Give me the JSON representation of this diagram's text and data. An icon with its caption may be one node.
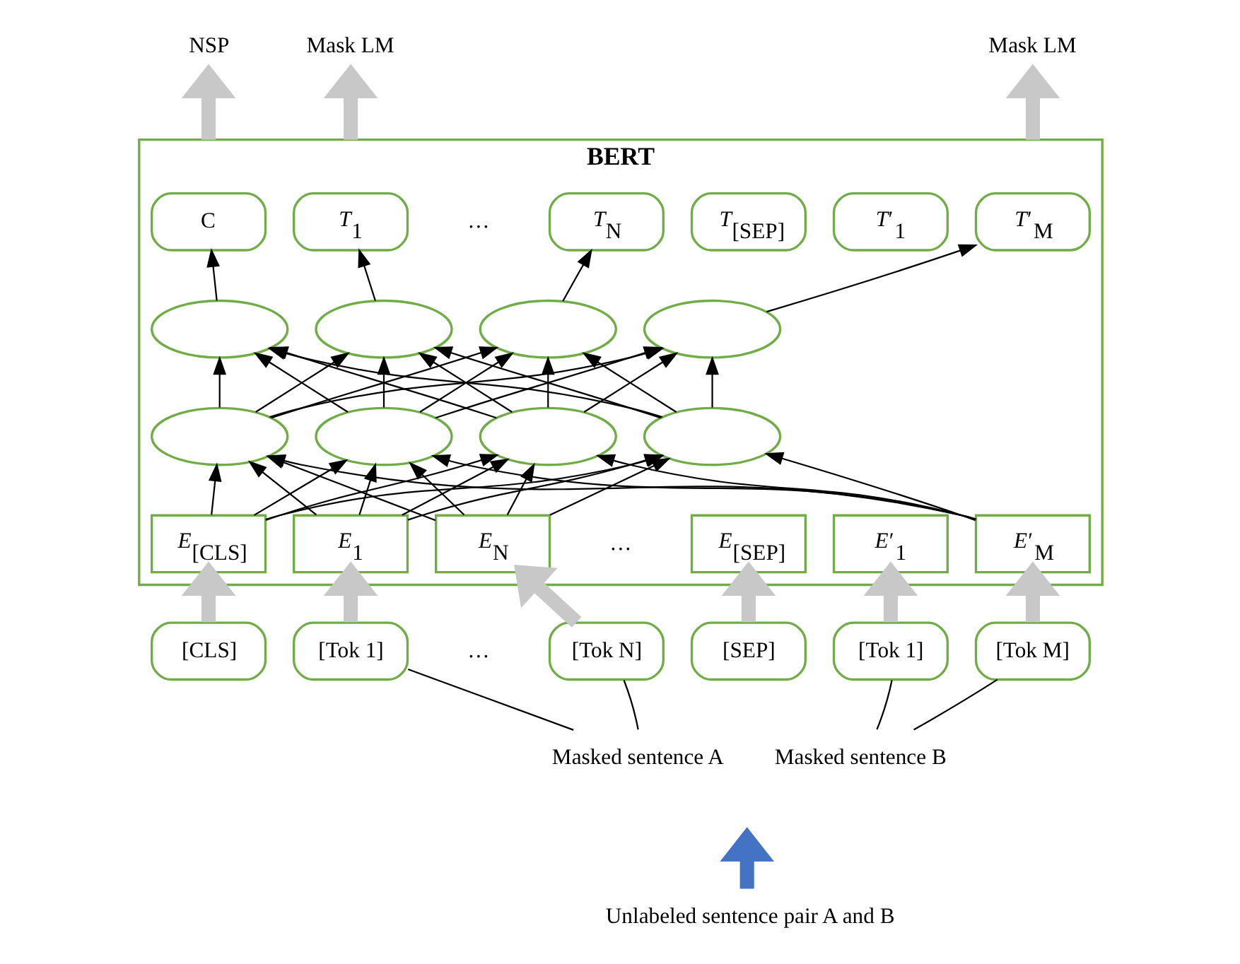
{
  "diagram": {
    "nodes": [
      {
        "text": [
          "NSP"
        ]
      },
      {
        "text": [
          "Mask LM"
        ]
      },
      {
        "text": [
          "Mask LM"
        ]
      },
      {
        "text": [
          "BERT"
        ]
      },
      {
        "text": [
          "C"
        ],
        "in": 3
      },
      {
        "text": [
          "*T*$_{1}$"
        ],
        "in": 3
      },
      {
        "text": [
          "*T*$_{N}$"
        ],
        "in": 3
      },
      {
        "text": [
          "*T*$_{[SEP]}$"
        ],
        "in": 3
      },
      {
        "text": [
          "*T*′$_{1}$"
        ],
        "in": 3
      },
      {
        "text": [
          "*T*′$_{M}$"
        ],
        "in": 3
      },
      {
        "text": [],
        "shape": "circle",
        "in": 3
      },
      {
        "text": [],
        "shape": "circle",
        "in": 3
      },
      {
        "text": [],
        "shape": "circle",
        "in": 3
      },
      {
        "text": [],
        "shape": "circle",
        "in": 3
      },
      {
        "text": [],
        "shape": "circle",
        "in": 3
      },
      {
        "text": [],
        "shape": "circle",
        "in": 3
      },
      {
        "text": [],
        "shape": "circle",
        "in": 3
      },
      {
        "text": [],
        "shape": "circle",
        "in": 3
      },
      {
        "text": [
          "*E*$_{[CLS]}$"
        ],
        "in": 3
      },
      {
        "text": [
          "*E*$_{1}$"
        ],
        "in": 3
      },
      {
        "text": [
          "*E*$_{N}$"
        ],
        "in": 3
      },
      {
        "text": [
          "*E*$_{[SEP]}$"
        ],
        "in": 3
      },
      {
        "text": [
          "*E*′$_{1}$"
        ],
        "in": 3
      },
      {
        "text": [
          "*E*′$_{M}$"
        ],
        "in": 3
      },
      {
        "text": [
          "[CLS]"
        ]
      },
      {
        "text": [
          "[Tok 1]"
        ]
      },
      {
        "text": [
          "[Tok N]"
        ]
      },
      {
        "text": [
          "[SEP]"
        ]
      },
      {
        "text": [
          "[Tok 1]"
        ]
      },
      {
        "text": [
          "[Tok M]"
        ]
      },
      {
        "text": [
          "Masked sentence A"
        ]
      },
      {
        "text": [
          "Masked sentence B"
        ]
      },
      {
        "text": [
          "Unlabeled sentence pair A and B"
        ]
      }
    ],
    "edges": [
      {
        "from": 3,
        "to": 0,
        "arrow": "to",
        "style": "thick",
        "color": "#c8c8c8"
      },
      {
        "from": 3,
        "to": 1,
        "arrow": "to",
        "style": "thick",
        "color": "#c8c8c8"
      },
      {
        "from": 3,
        "to": 2,
        "arrow": "to",
        "style": "thick",
        "color": "#c8c8c8"
      },
      {
        "from": 10,
        "to": 4,
        "arrow": "to"
      },
      {
        "from": 11,
        "to": 5,
        "arrow": "to"
      },
      {
        "from": 12,
        "to": 6,
        "arrow": "to"
      },
      {
        "from": 13,
        "to": 9,
        "arrow": "to"
      },
      {
        "from": 14,
        "to": 10,
        "arrow": "to"
      },
      {
        "from": 14,
        "to": 11,
        "arrow": "to"
      },
      {
        "from": 14,
        "to": 12,
        "arrow": "to"
      },
      {
        "from": 14,
        "to": 13,
        "arrow": "to"
      },
      {
        "from": 15,
        "to": 10,
        "arrow": "to"
      },
      {
        "from": 15,
        "to": 11,
        "arrow": "to"
      },
      {
        "from": 15,
        "to": 12,
        "arrow": "to"
      },
      {
        "from": 15,
        "to": 13,
        "arrow": "to"
      },
      {
        "from": 16,
        "to": 10,
        "arrow": "to"
      },
      {
        "from": 16,
        "to": 11,
        "arrow": "to"
      },
      {
        "from": 16,
        "to": 12,
        "arrow": "to"
      },
      {
        "from": 16,
        "to": 13,
        "arrow": "to"
      },
      {
        "from": 17,
        "to": 10,
        "arrow": "to"
      },
      {
        "from": 17,
        "to": 11,
        "arrow": "to"
      },
      {
        "from": 17,
        "to": 12,
        "arrow": "to"
      },
      {
        "from": 17,
        "to": 13,
        "arrow": "to"
      },
      {
        "from": 18,
        "to": 14,
        "arrow": "to"
      },
      {
        "from": 18,
        "to": 15,
        "arrow": "to"
      },
      {
        "from": 18,
        "to": 16,
        "arrow": "to"
      },
      {
        "from": 18,
        "to": 17,
        "arrow": "to"
      },
      {
        "from": 19,
        "to": 14,
        "arrow": "to"
      },
      {
        "from": 19,
        "to": 15,
        "arrow": "to"
      },
      {
        "from": 19,
        "to": 16,
        "arrow": "to"
      },
      {
        "from": 19,
        "to": 17,
        "arrow": "to"
      },
      {
        "from": 20,
        "to": 14,
        "arrow": "to"
      },
      {
        "from": 20,
        "to": 15,
        "arrow": "to"
      },
      {
        "from": 20,
        "to": 16,
        "arrow": "to"
      },
      {
        "from": 20,
        "to": 17,
        "arrow": "to"
      },
      {
        "from": 23,
        "to": 14,
        "arrow": "to"
      },
      {
        "from": 23,
        "to": 15,
        "arrow": "to"
      },
      {
        "from": 23,
        "to": 16,
        "arrow": "to"
      },
      {
        "from": 23,
        "to": 17,
        "arrow": "to"
      },
      {
        "from": 24,
        "to": 18,
        "arrow": "to",
        "style": "thick",
        "color": "#c8c8c8"
      },
      {
        "from": 25,
        "to": 19,
        "arrow": "to",
        "style": "thick",
        "color": "#c8c8c8"
      },
      {
        "from": 26,
        "to": 20,
        "arrow": "to",
        "style": "thick",
        "color": "#c8c8c8"
      },
      {
        "from": 27,
        "to": 21,
        "arrow": "to",
        "style": "thick",
        "color": "#c8c8c8"
      },
      {
        "from": 28,
        "to": 22,
        "arrow": "to",
        "style": "thick",
        "color": "#c8c8c8"
      },
      {
        "from": 29,
        "to": 23,
        "arrow": "to",
        "style": "thick",
        "color": "#c8c8c8"
      },
      {
        "from": 25,
        "to": 30,
        "arrow": "none"
      },
      {
        "from": 26,
        "to": 30,
        "arrow": "none"
      },
      {
        "from": 28,
        "to": 31,
        "arrow": "none"
      },
      {
        "from": 29,
        "to": 31,
        "arrow": "none"
      },
      {
        "from": 32,
        "to": null,
        "arrow": "to",
        "style": "thick",
        "color": "#4472c4"
      }
    ],
    "labels": [
      "…",
      "…",
      "…"
    ]
  }
}
